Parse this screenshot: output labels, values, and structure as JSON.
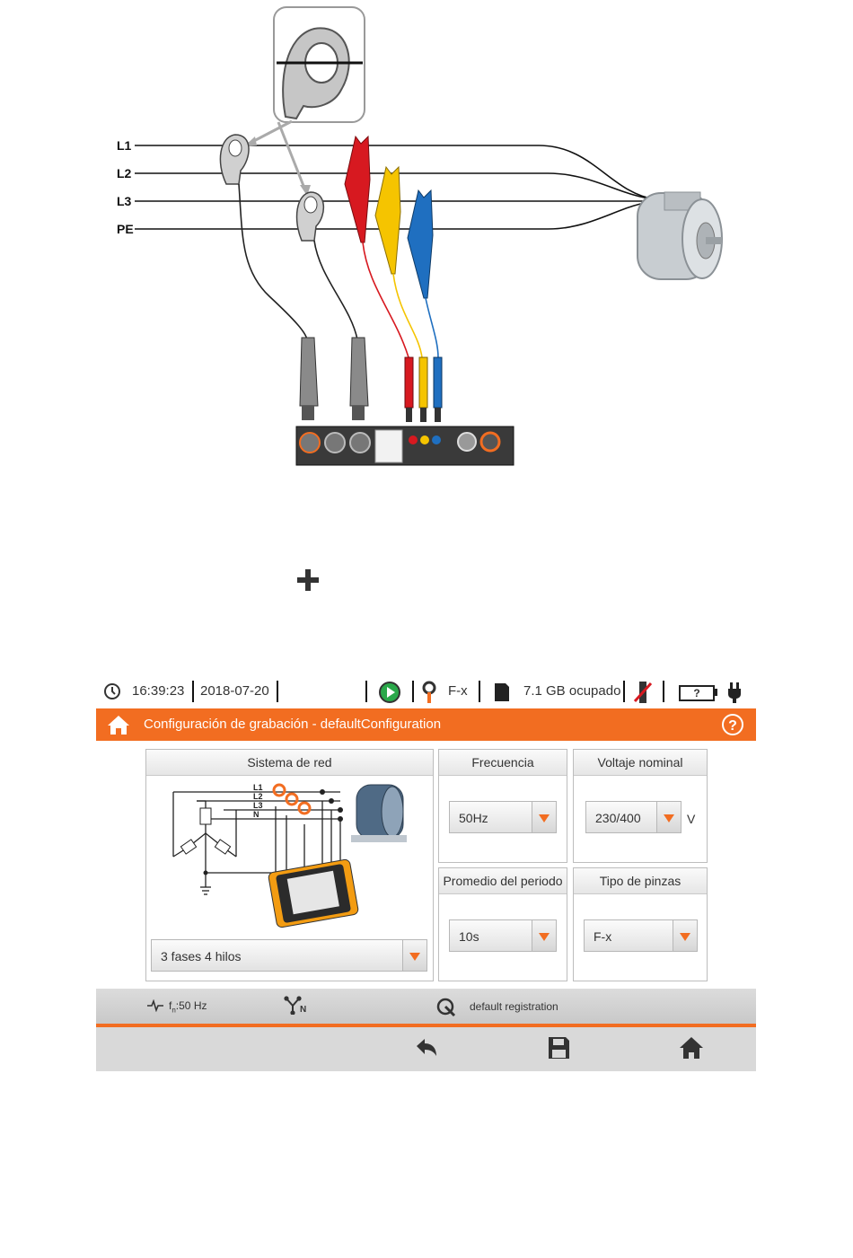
{
  "diagram": {
    "wire_labels": [
      "L1",
      "L2",
      "L3",
      "PE"
    ]
  },
  "status": {
    "time": "16:39:23",
    "date": "2018-07-20",
    "clamp_type": "F-x",
    "memory": "7.1 GB ocupado",
    "battery": "?"
  },
  "title": "Configuración de grabación - defaultConfiguration",
  "panels": {
    "network": {
      "header": "Sistema de red",
      "line_labels": [
        "L1",
        "L2",
        "L3",
        "N"
      ],
      "selected": "3 fases 4 hilos"
    },
    "frequency": {
      "header": "Frecuencia",
      "selected": "50Hz"
    },
    "voltage": {
      "header": "Voltaje nominal",
      "selected": "230/400",
      "unit": "V"
    },
    "averaging": {
      "header": "Promedio del periodo",
      "selected": "10s"
    },
    "clamps": {
      "header": "Tipo de pinzas",
      "selected": "F-x"
    }
  },
  "infobar": {
    "frequency": "f",
    "frequency_sub": "n",
    "frequency_value": ":50 Hz",
    "neutral_sub": "N",
    "profile": "default registration"
  },
  "colors": {
    "accent": "#f26d21",
    "phase1": "#d71920",
    "phase2": "#f5c400",
    "phase3": "#1f6fc0"
  }
}
